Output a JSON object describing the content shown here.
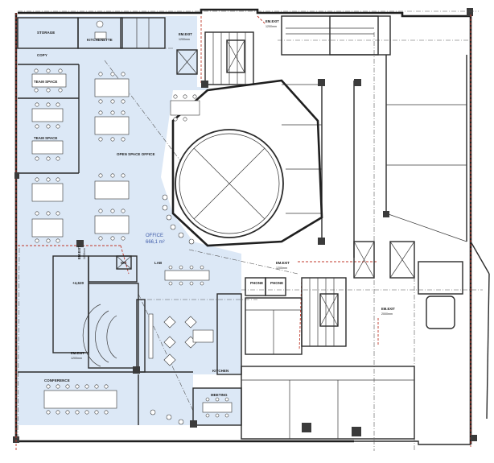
{
  "rooms": {
    "storage": "STORAGE",
    "kitchenette": "KITCHENETTE",
    "copy": "COPY",
    "team_space_1": "TEAM SPACE",
    "team_space_2": "TEAM SPACE",
    "open_space_office": "OPEN SPACE OFFICE",
    "office": "OFFICE",
    "office_area": "666,1 m²",
    "wc": "WC",
    "lab": "LAB",
    "phone_1": "PHONE",
    "phone_2": "PHONE",
    "kitchen": "KITCHEN",
    "conference": "CONFERENCE",
    "meeting": "MEETING",
    "elevation": "+4,620"
  },
  "exits": [
    {
      "label": "EM.EXIT",
      "width": "1200mm"
    },
    {
      "label": "EM.EXIT",
      "width": "1200mm"
    },
    {
      "label": "EM.EXIT",
      "width": "1200mm"
    },
    {
      "label": "EM.EXIT",
      "width": "1200mm"
    },
    {
      "label": "EM.EXIT",
      "width": "1200mm"
    },
    {
      "label": "EM.EXIT",
      "width": "2000mm"
    }
  ],
  "palette": {
    "office_fill": "#dce8f6",
    "wall": "#2b2b2b",
    "grid_red": "#c0392b",
    "area_text": "#3d5aa8"
  }
}
